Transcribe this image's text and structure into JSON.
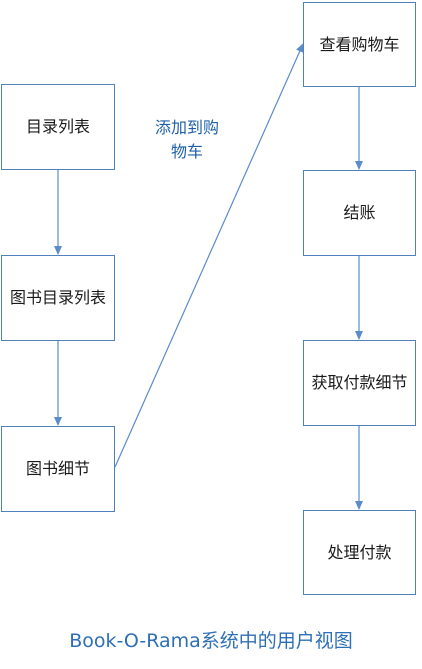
{
  "nodes": {
    "catalog_list": "目录列表",
    "book_catalog_list": "图书目录列表",
    "book_details": "图书细节",
    "view_cart": "查看购物车",
    "checkout": "结账",
    "get_payment_details": "获取付款细节",
    "process_payment": "处理付款"
  },
  "edge_label": {
    "add_to_cart": "添加到购物车"
  },
  "caption": "Book-O-Rama系统中的用户视图",
  "colors": {
    "box_border": "#4f81bd",
    "arrow": "#5b8bc9",
    "caption": "#2e6fb5",
    "edge_label": "#1f5fa8"
  }
}
